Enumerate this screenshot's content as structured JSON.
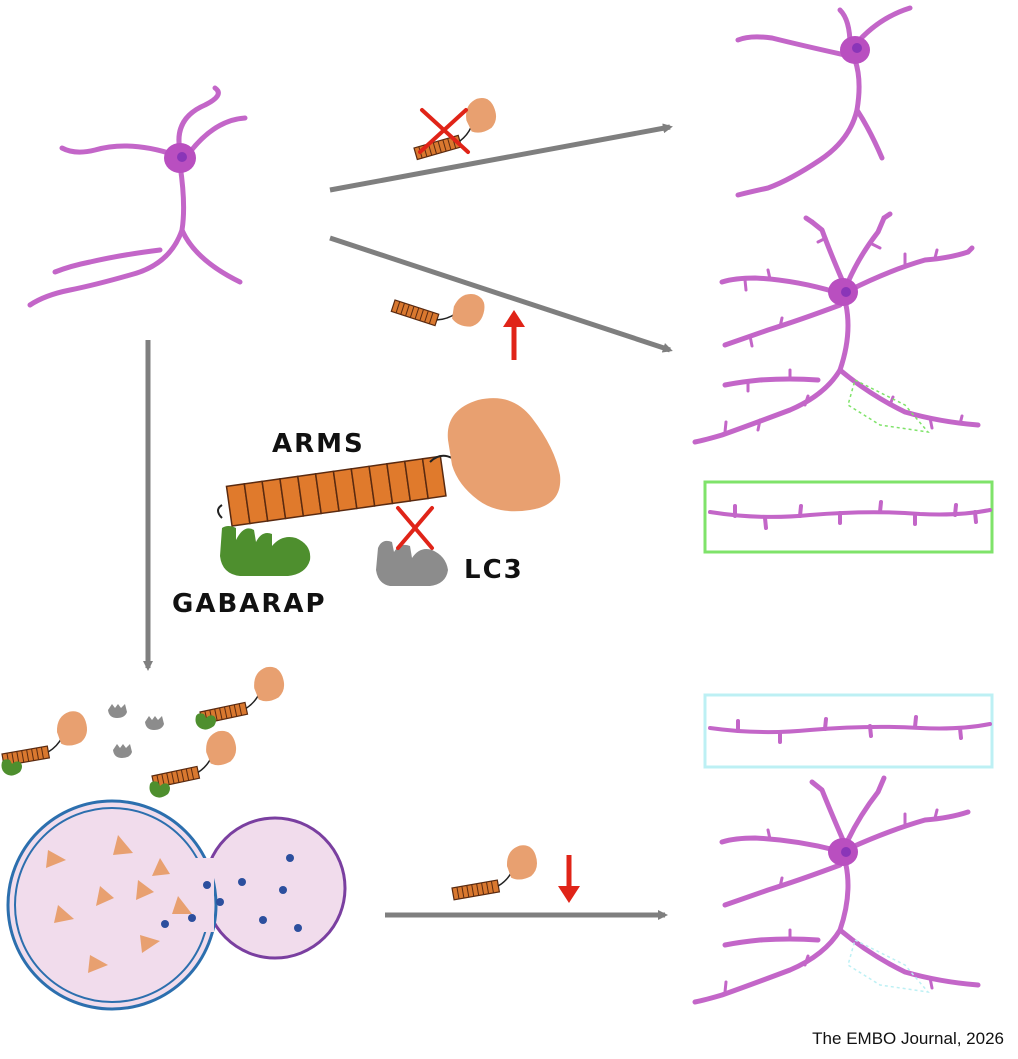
{
  "labels": {
    "arms": "ARMS",
    "gabarap": "GABARAP",
    "lc3": "LC3"
  },
  "credit": "The EMBO Journal, 2026",
  "colors": {
    "neuron": "#c366c8",
    "soma": "#b94fc0",
    "nucleus": "#8a35b8",
    "arms_repeat": "#e07a2c",
    "arms_domain": "#e8a070",
    "gabarap": "#4e8f2e",
    "lc3": "#8c8c8c",
    "arrow": "#7f7f7f",
    "red": "#e02418",
    "inset_green": "#7fe36a",
    "inset_cyan": "#bdf0f4",
    "autophagosome_fill": "#f1dcec",
    "autophagosome_membrane": "#2c6fae",
    "lysosome_membrane": "#7a3fa0",
    "cargo_triangle": "#e8a070",
    "cargo_dot": "#2c4f9e"
  },
  "icons": {
    "blocked": "red-x-icon",
    "increase": "red-up-arrow-icon",
    "decrease": "red-down-arrow-icon"
  }
}
